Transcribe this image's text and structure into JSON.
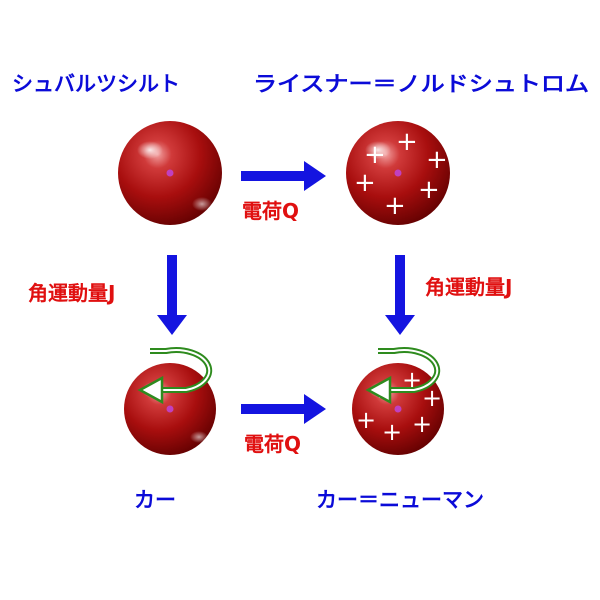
{
  "titles": {
    "schwarzschild": "シュバルツシルト",
    "reissner_nordstrom": "ライスナー＝ノルドシュトロム",
    "kerr": "カー",
    "kerr_newman": "カー＝ニューマン"
  },
  "arrows": {
    "charge_top": "電荷Q",
    "charge_bottom": "電荷Q",
    "angular_left": "角運動量J",
    "angular_right": "角運動量J"
  },
  "symbols": {
    "plus": "+"
  },
  "colors": {
    "title_text": "#0b0bd8",
    "arrow_label_text": "#e01010",
    "arrow_fill": "#1414e0",
    "sphere_dark": "#6a0000",
    "sphere_mid": "#b01010",
    "sphere_light": "#e06060",
    "center_dot": "#c040c0",
    "rotation_arrow": "#2e8b1e"
  },
  "icons": {
    "sphere": "black-hole-sphere-icon",
    "charge": "plus-sign-icon",
    "rotation": "rotation-arrow-icon",
    "transition": "arrow-right-icon",
    "transition_down": "arrow-down-icon"
  }
}
